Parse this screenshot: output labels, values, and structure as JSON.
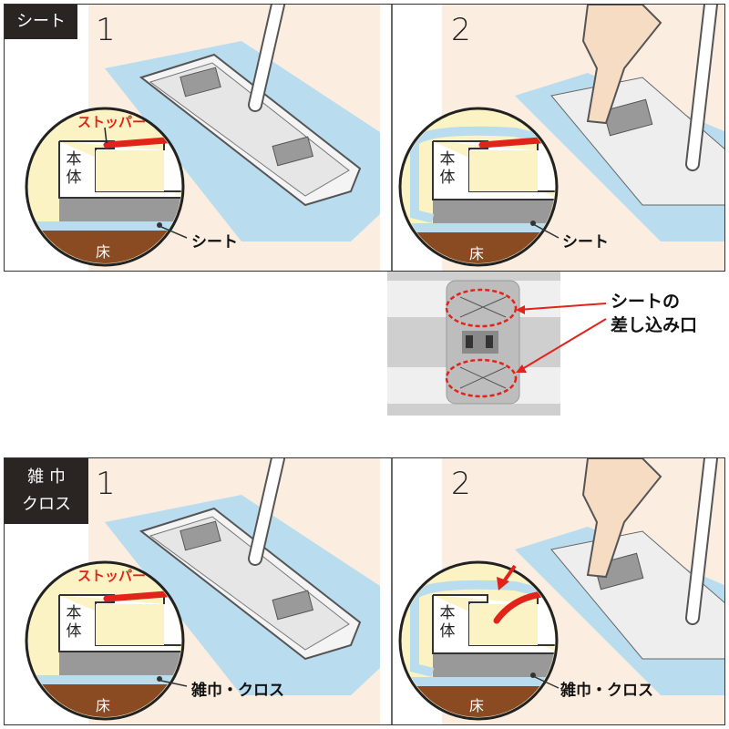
{
  "sections": [
    {
      "tag": "シート",
      "steps": [
        {
          "num": "1",
          "stopper": "ストッパー",
          "body": [
            "本",
            "体"
          ],
          "floor": "床",
          "callout": "シート"
        },
        {
          "num": "2",
          "body": [
            "本",
            "体"
          ],
          "floor": "床",
          "callout": "シート"
        }
      ]
    },
    {
      "tag_lines": [
        "雑 巾",
        "クロス"
      ],
      "steps": [
        {
          "num": "1",
          "stopper": "ストッパー",
          "body": [
            "本",
            "体"
          ],
          "floor": "床",
          "callout": "雑巾・クロス"
        },
        {
          "num": "2",
          "body": [
            "本",
            "体"
          ],
          "floor": "床",
          "callout": "雑巾・クロス"
        }
      ]
    }
  ],
  "photo": {
    "label_lines": [
      "シートの",
      "差し込み口"
    ]
  },
  "colors": {
    "accent_red": "#e2231a",
    "sheet_blue": "#b9dcef",
    "floor_brown": "#8a4a22",
    "bg_beige": "#fbeee0",
    "inset_yellow": "#fbf3c4"
  }
}
